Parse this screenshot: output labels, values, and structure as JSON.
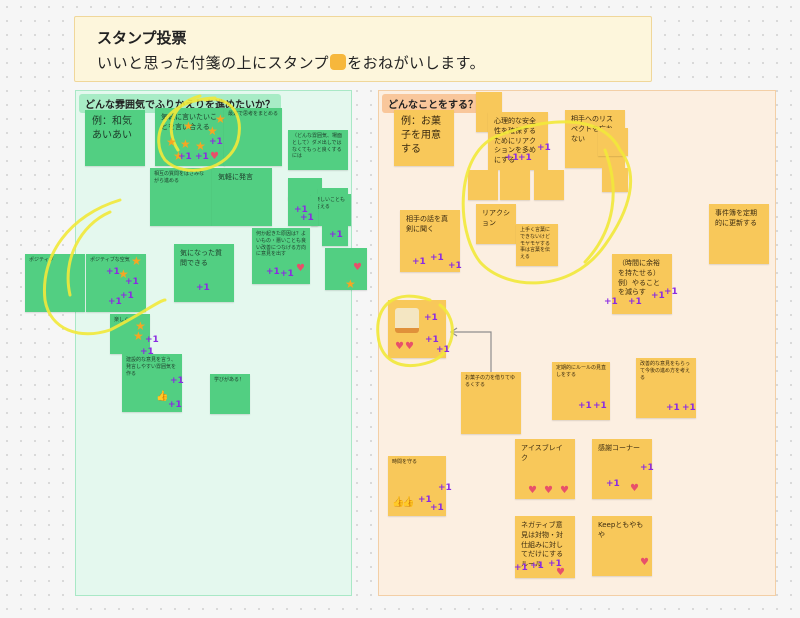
{
  "header": {
    "title": "スタンプ投票",
    "subtitle_pre": "いいと思った付箋の上にスタンプ",
    "subtitle_post": "をおねがいします。"
  },
  "frames": {
    "green_label": "どんな雰囲気でふりかえりを進めたいか？",
    "orange_label": "どんなことをする？"
  },
  "green_notes": {
    "example": "例：和気あいあい",
    "n2": "気軽に言いたいことを言い合える",
    "n3": "最速で思考をまとめる",
    "n4": "（どんな雰囲気、場面として）ダメ出しではなくてもっと良くするには",
    "n5": "気軽に発言",
    "n6": "楽しいことも言える",
    "n7": "気になった質問できる",
    "n8": "ポジティブ",
    "n9": "ポジティブな空気",
    "n10": "楽しく",
    "n11": "建設的な意見を言う、発言しやすい雰囲気を作る",
    "n12": "学びがある！",
    "n13": "相互の質問をはさみながら進める",
    "n14": "何か起きた原因は？よいもの・悪いことも良い改善につなげる方向に意見を出す"
  },
  "orange_notes": {
    "example": "例：お菓子を用意する",
    "n2": "心理的な安全性を確保するためにリアクションを多めにする",
    "n3": "相手へのリスペクトを忘れない",
    "n4": "相手の話を真剣に聞く",
    "n5": "リアクション",
    "n6": "事件簿を定期的に更新する",
    "n7": "（時間に余裕を持たせる）例）やることを減らす",
    "n8": "アイスブレイク",
    "n9": "感謝コーナー",
    "n10": "ネガティブ意見は対物・対仕組みに対してだけにするルール",
    "n11": "Keepともやもや",
    "n12": "定期的にルールの見直しをする",
    "n13": "改善的な意見をもらって今後の進め方を考える",
    "n14": "時間を守る",
    "n15": "お菓子の力を借りてゆるくする",
    "n16": "上手く言葉にできないけどモヤモヤする事は言葉を伝える"
  },
  "stamps": {
    "plus": "+1",
    "star": "★",
    "heart": "♥",
    "thumb": "👍"
  },
  "colors": {
    "green_note": "#52cf82",
    "orange_note": "#f8c85a",
    "green_frame": "#e4f8ee",
    "orange_frame": "#fcefe1",
    "scribble": "#f2e93a",
    "plus_stamp": "#8a2be2",
    "star_stamp": "#f5a623",
    "heart_stamp": "#e8506a"
  }
}
